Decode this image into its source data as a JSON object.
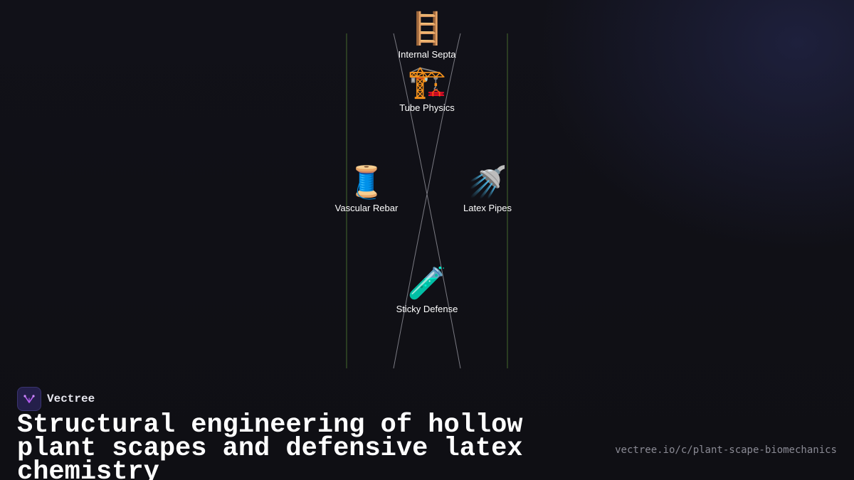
{
  "diagram": {
    "nodes": [
      {
        "id": "internal-septa",
        "emoji": "🪜",
        "label": "Internal Septa"
      },
      {
        "id": "tube-physics",
        "emoji": "🏗️",
        "label": "Tube Physics"
      },
      {
        "id": "vascular-rebar",
        "emoji": "🧵",
        "label": "Vascular Rebar"
      },
      {
        "id": "latex-pipes",
        "emoji": "🚿",
        "label": "Latex Pipes"
      },
      {
        "id": "sticky-defense",
        "emoji": "🧪",
        "label": "Sticky Defense"
      }
    ],
    "colors": {
      "outer_lines": "#3d5a2a",
      "inner_curves": "#7a7a82"
    }
  },
  "brand": {
    "name": "Vectree",
    "logo_icon": "vectree-logo-icon",
    "logo_color": "#b45cf0"
  },
  "title": "Structural engineering of hollow plant scapes and defensive latex chemistry",
  "url": "vectree.io/c/plant-scape-biomechanics"
}
